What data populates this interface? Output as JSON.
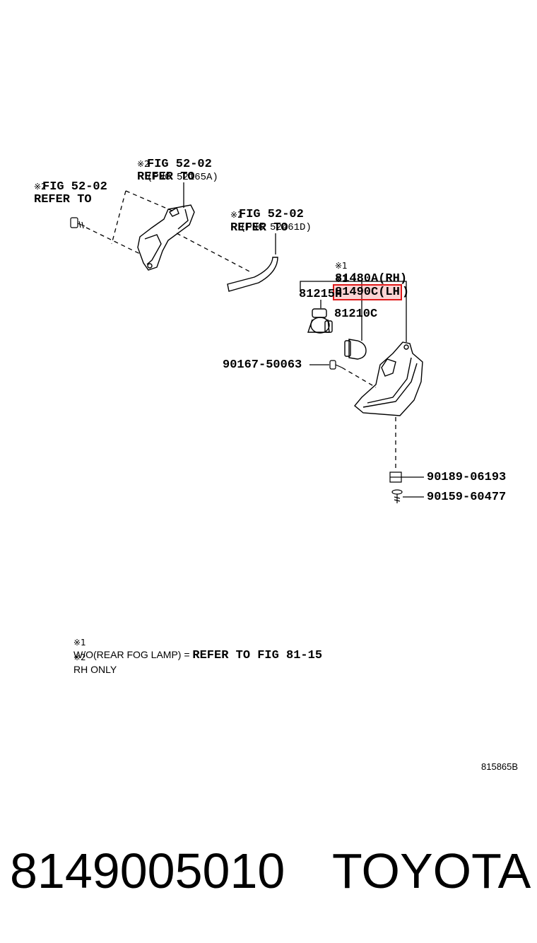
{
  "callouts": {
    "refer_a": {
      "mark": "※2",
      "line1": "REFER TO",
      "line2": "FIG 52-02"
    },
    "refer_b": {
      "mark": "※2",
      "line1": "REFER TO",
      "line2": "FIG 52-02",
      "pnc": "(PNC 52165A)"
    },
    "refer_c": {
      "mark": "※2",
      "line1": "REFER TO",
      "line2": "FIG 52-02",
      "pnc": "(PNC 52461D)"
    }
  },
  "parts": {
    "rh": {
      "mark": "※1",
      "number": "81480A(RH)"
    },
    "lh": {
      "mark": "※1",
      "number": "81490C(LH",
      "suffix": ")"
    },
    "p81215h": "81215H",
    "p81210c": "81210C",
    "p90167": "90167-50063",
    "p90189": "90189-06193",
    "p90159": "90159-60477"
  },
  "notes": {
    "n1": {
      "mark": "※1",
      "text": "W/O(REAR FOG LAMP) = ",
      "ref": "REFER TO FIG 81-15"
    },
    "n2": {
      "mark": "※2",
      "text": "RH ONLY"
    }
  },
  "figure_code": "815865B",
  "footer": {
    "part_number": "8149005010",
    "brand": "TOYOTA"
  },
  "colors": {
    "highlight_border": "#e01818",
    "highlight_fill": "rgba(230,60,60,0.22)",
    "line": "#000000"
  }
}
